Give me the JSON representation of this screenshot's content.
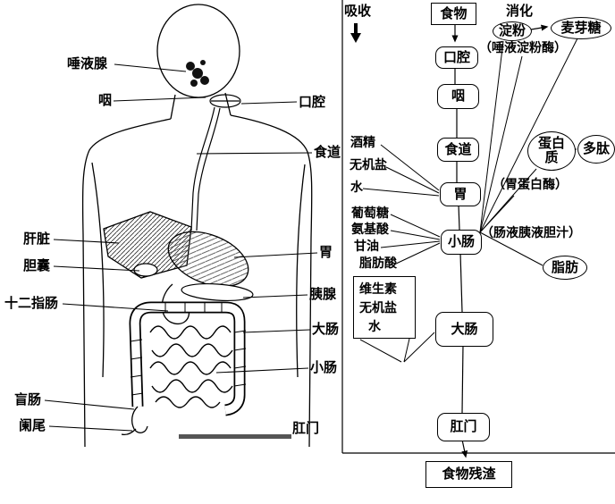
{
  "anatomy": {
    "labels": [
      "唾液腺",
      "咽",
      "口腔",
      "食道",
      "肝脏",
      "胃",
      "胆囊",
      "十二指肠",
      "胰腺",
      "大肠",
      "小肠",
      "盲肠",
      "阑尾",
      "肛门"
    ]
  },
  "flowchart": {
    "absorb": "吸收",
    "digest": "消化",
    "food": "食物",
    "residue": "食物残渣",
    "chain": [
      "口腔",
      "咽",
      "食道",
      "胃",
      "小肠",
      "大肠",
      "肛门"
    ],
    "starch": "淀粉",
    "maltose": "麦芽糖",
    "salivary_amylase": "（唾液淀粉酶）",
    "protein": "蛋白质",
    "polypeptide": "多肽",
    "pepsin": "（胃蛋白酶）",
    "digestive_juices": "（肠液胰液胆汁）",
    "fat": "脂肪",
    "stomach_absorbs": [
      "酒精",
      "无机盐",
      "水"
    ],
    "small_intestine_absorbs": [
      "葡萄糖",
      "氨基酸",
      "甘油",
      "脂肪酸"
    ],
    "large_intestine_absorbs": [
      "维生素",
      "无机盐",
      "水"
    ]
  }
}
